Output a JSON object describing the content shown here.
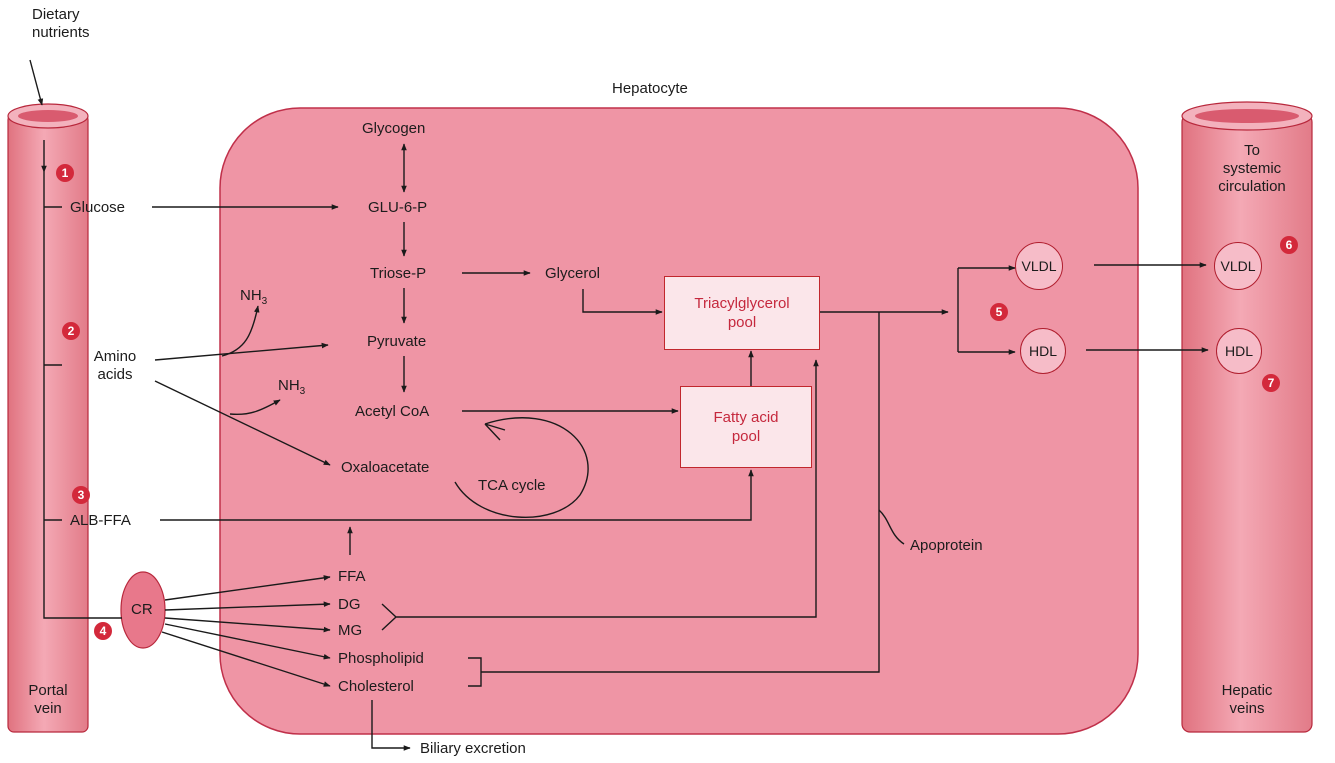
{
  "labels": {
    "dietary_nutrients": [
      "Dietary",
      "nutrients"
    ],
    "hepatocyte": "Hepatocyte",
    "glycogen": "Glycogen",
    "glu6p": "GLU-6-P",
    "triose_p": "Triose-P",
    "glycerol": "Glycerol",
    "pyruvate": "Pyruvate",
    "acetyl_coa": "Acetyl CoA",
    "oxaloacetate": "Oxaloacetate",
    "tca_cycle": "TCA cycle",
    "nh3_base": "NH",
    "nh3_sub": "3",
    "tag_pool": [
      "Triacylglycerol",
      "pool"
    ],
    "fa_pool": [
      "Fatty acid",
      "pool"
    ],
    "glucose": "Glucose",
    "amino_acids": [
      "Amino",
      "acids"
    ],
    "alb_ffa": "ALB-FFA",
    "cr": "CR",
    "ffa": "FFA",
    "dg": "DG",
    "mg": "MG",
    "phospholipid": "Phospholipid",
    "cholesterol": "Cholesterol",
    "biliary_excretion": "Biliary excretion",
    "apoprotein": "Apoprotein",
    "vldl": "VLDL",
    "hdl": "HDL",
    "to_systemic": [
      "To",
      "systemic",
      "circulation"
    ],
    "portal_vein": [
      "Portal",
      "vein"
    ],
    "hepatic_veins": [
      "Hepatic",
      "veins"
    ]
  },
  "badges": [
    "1",
    "2",
    "3",
    "4",
    "5",
    "6",
    "7"
  ],
  "colors": {
    "vessel": "#eb8c9c",
    "hepatocyte_fill": "#ef95a5",
    "accent_red": "#c1272d",
    "badge": "#d3293b"
  }
}
